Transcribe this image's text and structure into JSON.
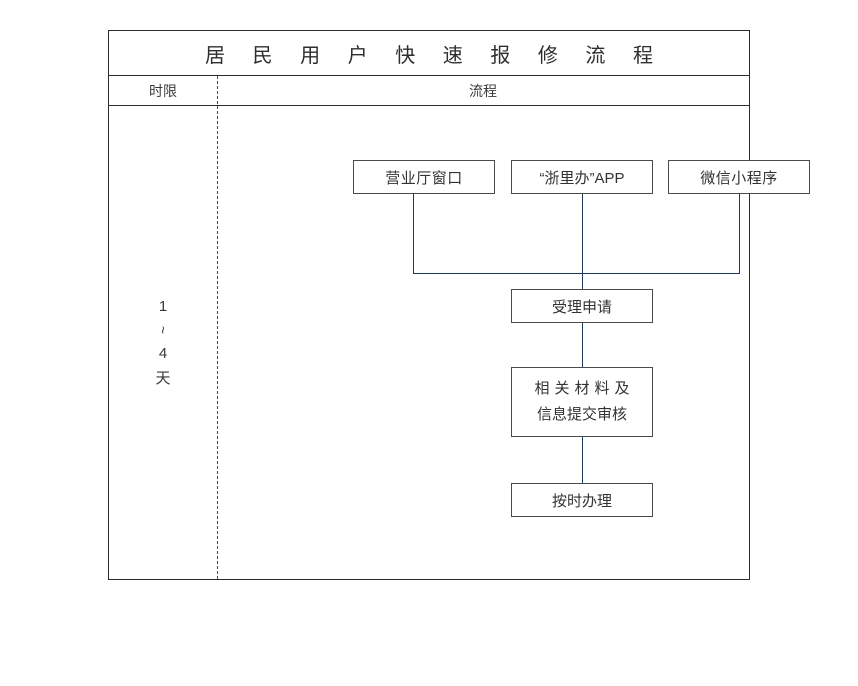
{
  "chart": {
    "title": "居 民 用 户 快 速 报 修 流 程",
    "header": {
      "limit_label": "时限",
      "flow_label": "流程"
    },
    "time_limit": {
      "value_start": "1",
      "range_mark": "~",
      "value_end": "4",
      "unit": "天"
    },
    "nodes": {
      "source_1": "营业厅窗口",
      "source_2": "“浙里办”APP",
      "source_3": "微信小程序",
      "step_1": "受理申请",
      "step_2_line1": "相关材料及",
      "step_2_line2": "信息提交审核",
      "step_3": "按时办理"
    },
    "colors": {
      "frame_border": "#2b2b2b",
      "node_border": "#4a4a4a",
      "connector": "#1b3a5e",
      "text": "#333333",
      "background": "#ffffff"
    }
  }
}
